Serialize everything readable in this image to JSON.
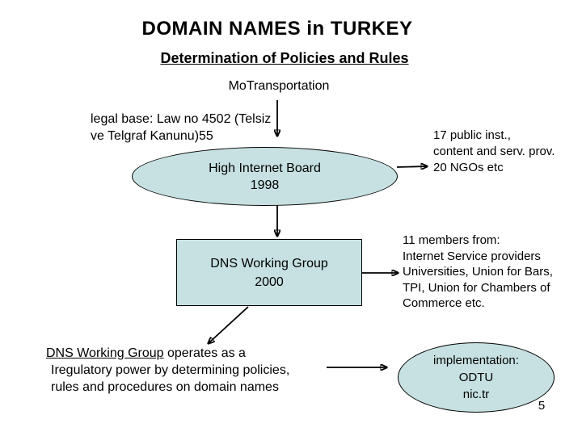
{
  "slide": {
    "title": "DOMAIN NAMES in TURKEY",
    "subtitle": "Determination of Policies and Rules",
    "ministry": "MoTransportation",
    "legal_base": "legal base: Law no 4502 (Telsiz\nve Telgraf Kanunu)55",
    "page_number": "5"
  },
  "board": {
    "name": "High Internet Board",
    "year": "1998"
  },
  "public_inst_note": "17 public inst.,\ncontent and serv. prov.\n20 NGOs etc",
  "dns_group": {
    "name": "DNS Working Group",
    "year": "2000"
  },
  "members_note": "11 members from:\nInternet Service providers\nUniversities, Union for Bars,\nTPI, Union for Chambers of\nCommerce etc.",
  "operates_note": {
    "underlined": "DNS Working Group",
    "line1_rest": " operates  as a",
    "line2": "Iregulatory power by determining policies,",
    "line3": "rules and procedures on domain names"
  },
  "implementation": {
    "line1": "implementation:",
    "line2": "ODTU",
    "line3": "nic.tr"
  },
  "colors": {
    "shape_fill": "#c7e1e2",
    "shape_border": "#000000",
    "text": "#000000",
    "background": "#ffffff"
  }
}
